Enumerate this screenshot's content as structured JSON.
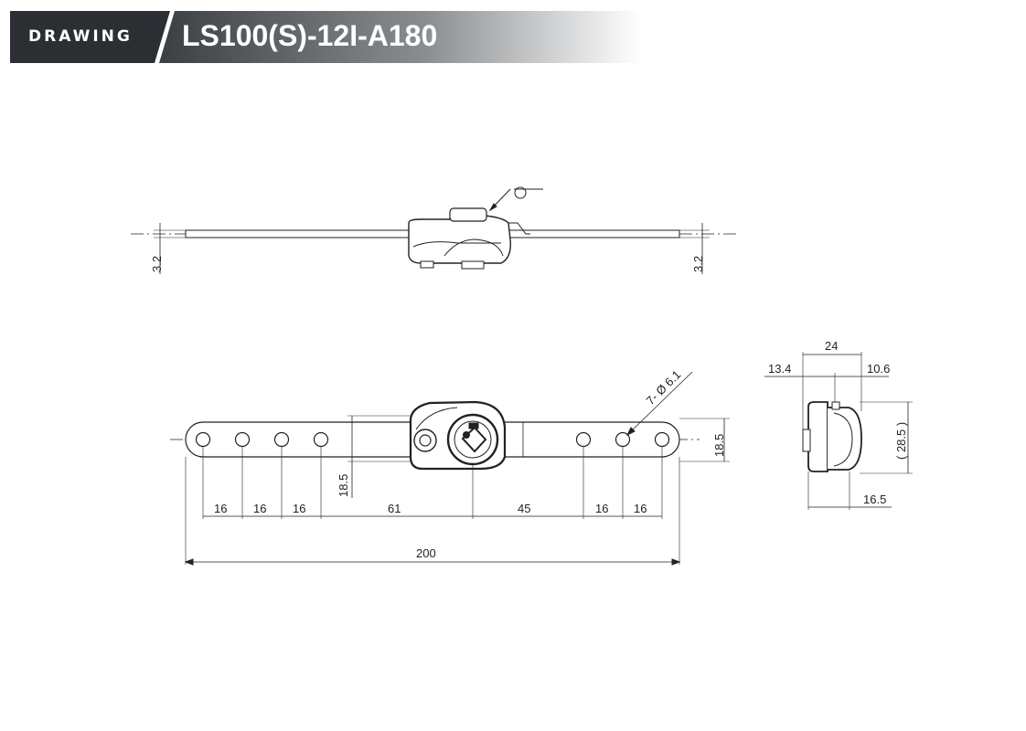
{
  "header": {
    "label": "DRAWING",
    "title": "LS100(S)-12I-A180"
  },
  "colors": {
    "header_dark": "#2b2f33",
    "header_gradient_end": "#ffffff",
    "line": "#222222"
  },
  "side_view": {
    "thickness_left": "3.2",
    "thickness_right": "3.2"
  },
  "front_view": {
    "hole_callout": "7- Ø 6.1",
    "height_right": "18.5",
    "height_center": "18.5",
    "spacing": [
      "16",
      "16",
      "16",
      "61",
      "45",
      "16",
      "16"
    ],
    "overall_length": "200"
  },
  "end_view": {
    "width_top": "24",
    "offset_left": "13.4",
    "offset_right": "10.6",
    "height": "( 28.5 )",
    "depth_bottom": "16.5"
  }
}
